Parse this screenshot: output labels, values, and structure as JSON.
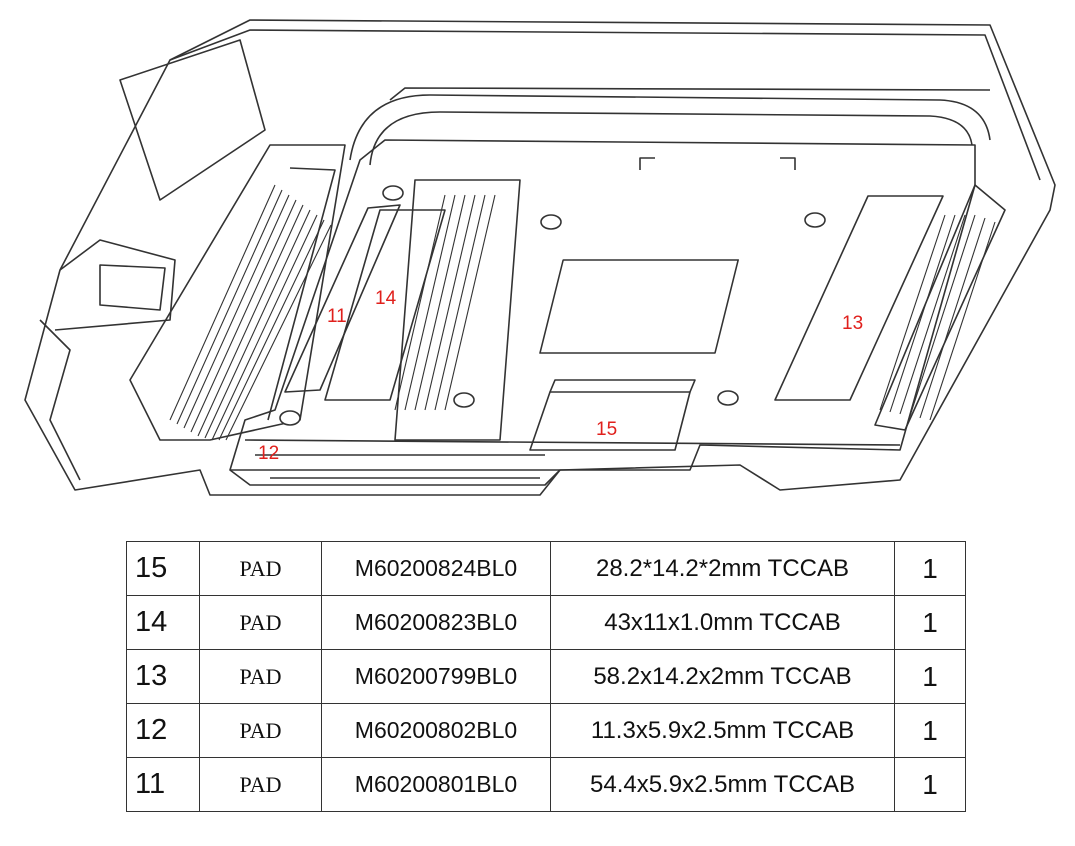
{
  "callouts": {
    "n11": "11",
    "n12": "12",
    "n13": "13",
    "n14": "14",
    "n15": "15"
  },
  "colors": {
    "callout": "#e0201c",
    "line": "#333333"
  },
  "parts": [
    {
      "item": "15",
      "desc": "PAD",
      "part_no": "M60200824BL0",
      "spec": "28.2*14.2*2mm TCCAB",
      "qty": "1"
    },
    {
      "item": "14",
      "desc": "PAD",
      "part_no": "M60200823BL0",
      "spec": "43x11x1.0mm TCCAB",
      "qty": "1"
    },
    {
      "item": "13",
      "desc": "PAD",
      "part_no": "M60200799BL0",
      "spec": "58.2x14.2x2mm TCCAB",
      "qty": "1"
    },
    {
      "item": "12",
      "desc": "PAD",
      "part_no": "M60200802BL0",
      "spec": "11.3x5.9x2.5mm TCCAB",
      "qty": "1"
    },
    {
      "item": "11",
      "desc": "PAD",
      "part_no": "M60200801BL0",
      "spec": "54.4x5.9x2.5mm TCCAB",
      "qty": "1"
    }
  ]
}
